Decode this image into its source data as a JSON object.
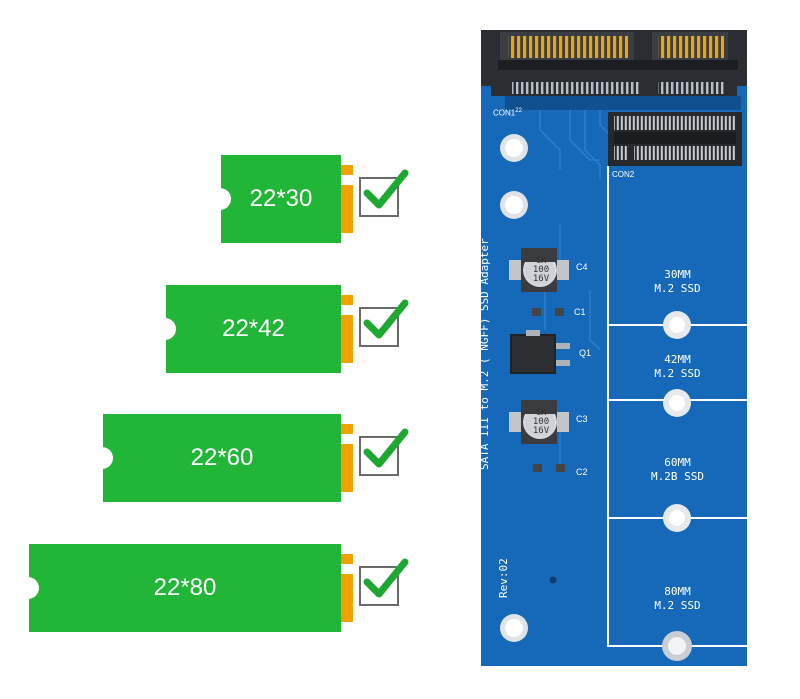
{
  "ssd_sizes": [
    {
      "label": "22*30",
      "supported": true
    },
    {
      "label": "22*42",
      "supported": true
    },
    {
      "label": "22*60",
      "supported": true
    },
    {
      "label": "22*80",
      "supported": true
    }
  ],
  "board": {
    "connector_labels": {
      "con1": "CON1",
      "con1_pin": "22",
      "con2": "CON2"
    },
    "caps": [
      {
        "lines": [
          "CK",
          "100",
          "16V"
        ],
        "ref": "C4"
      },
      {
        "lines": [
          "CK",
          "100",
          "16V"
        ],
        "ref": "C3"
      }
    ],
    "refs": {
      "c1": "C1",
      "q1": "Q1",
      "c2": "C2"
    },
    "vertical_text": "SATA III to M.2 ( NGFF) SSD Adapter",
    "rev": "Rev:02",
    "slots": [
      {
        "line1": "30MM",
        "line2": "M.2 SSD"
      },
      {
        "line1": "42MM",
        "line2": "M.2 SSD"
      },
      {
        "line1": "60MM",
        "line2": "M.2B SSD"
      },
      {
        "line1": "80MM",
        "line2": "M.2 SSD"
      }
    ]
  },
  "colors": {
    "ssd_green": "#22b638",
    "gold_contact": "#f0a300",
    "pcb_blue": "#1669b8",
    "check_green": "#1ea832"
  }
}
